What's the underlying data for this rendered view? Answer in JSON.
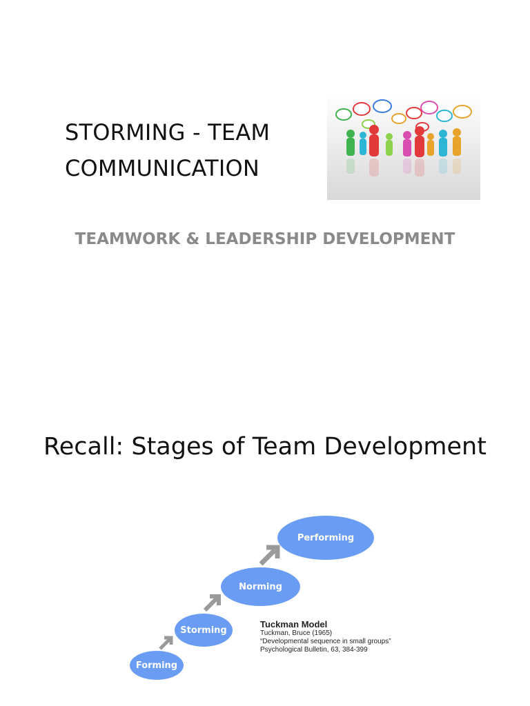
{
  "slide1": {
    "title_line1": "STORMING - TEAM",
    "title_line2": "COMMUNICATION",
    "subtitle": "TEAMWORK & LEADERSHIP DEVELOPMENT",
    "image": "people-with-speech-bubbles",
    "colors": {
      "subtitle": "#8a8a8a"
    }
  },
  "slide2": {
    "title": "Recall: Stages of Team Development",
    "stages": [
      "Forming",
      "Storming",
      "Norming",
      "Performing"
    ],
    "stage_color": "#6a9cf3",
    "arrow_color": "#9a9a9a",
    "reference": {
      "heading": "Tuckman Model",
      "author": "Tuckman, Bruce (1965)",
      "article": "“Developmental sequence in small groups”",
      "journal": "Psychological Bulletin, 63, 384-399"
    }
  }
}
